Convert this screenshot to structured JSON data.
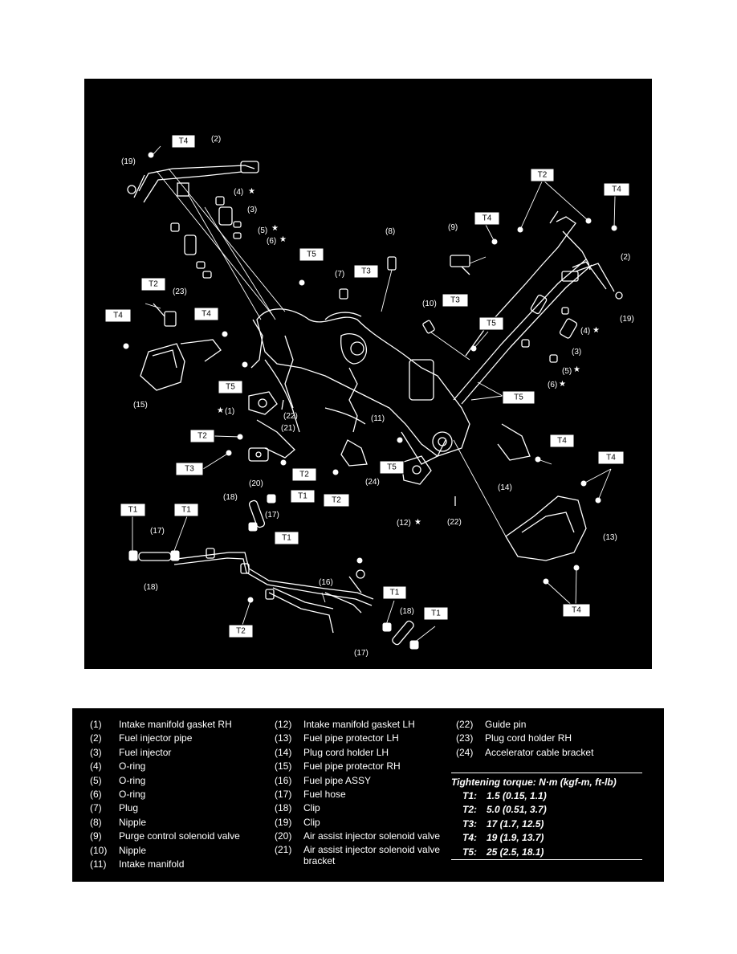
{
  "diagram": {
    "callouts": {
      "n1": "(1)",
      "n2": "(2)",
      "n3": "(3)",
      "n4": "(4)",
      "n5": "(5)",
      "n6": "(6)",
      "n7": "(7)",
      "n8": "(8)",
      "n9": "(9)",
      "n10": "(10)",
      "n11": "(11)",
      "n12": "(12)",
      "n13": "(13)",
      "n14": "(14)",
      "n15": "(15)",
      "n16": "(16)",
      "n17": "(17)",
      "n18": "(18)",
      "n19": "(19)",
      "n20": "(20)",
      "n21": "(21)",
      "n22": "(22)",
      "n23": "(23)",
      "n24": "(24)"
    },
    "torque_tags": {
      "t1": "T1",
      "t2": "T2",
      "t3": "T3",
      "t4": "T4",
      "t5": "T5"
    },
    "star": "★"
  },
  "legend": {
    "col1": [
      {
        "num": "(1)",
        "text": "Intake manifold gasket RH"
      },
      {
        "num": "(2)",
        "text": "Fuel injector pipe"
      },
      {
        "num": "(3)",
        "text": "Fuel injector"
      },
      {
        "num": "(4)",
        "text": "O-ring"
      },
      {
        "num": "(5)",
        "text": "O-ring"
      },
      {
        "num": "(6)",
        "text": "O-ring"
      },
      {
        "num": "(7)",
        "text": "Plug"
      },
      {
        "num": "(8)",
        "text": "Nipple"
      },
      {
        "num": "(9)",
        "text": "Purge control solenoid valve"
      },
      {
        "num": "(10)",
        "text": "Nipple"
      },
      {
        "num": "(11)",
        "text": "Intake manifold"
      }
    ],
    "col2": [
      {
        "num": "(12)",
        "text": "Intake manifold gasket LH"
      },
      {
        "num": "(13)",
        "text": "Fuel pipe protector LH"
      },
      {
        "num": "(14)",
        "text": "Plug cord holder LH"
      },
      {
        "num": "(15)",
        "text": "Fuel pipe protector RH"
      },
      {
        "num": "(16)",
        "text": "Fuel pipe ASSY"
      },
      {
        "num": "(17)",
        "text": "Fuel hose"
      },
      {
        "num": "(18)",
        "text": "Clip"
      },
      {
        "num": "(19)",
        "text": "Clip"
      },
      {
        "num": "(20)",
        "text": "Air assist injector solenoid valve"
      },
      {
        "num": "(21)",
        "text": "Air assist injector solenoid valve bracket"
      }
    ],
    "col3": [
      {
        "num": "(22)",
        "text": "Guide pin"
      },
      {
        "num": "(23)",
        "text": "Plug cord holder RH"
      },
      {
        "num": "(24)",
        "text": "Accelerator cable bracket"
      }
    ],
    "torque": {
      "title": "Tightening torque: N·m (kgf-m, ft-lb)",
      "rows": [
        {
          "key": "T1:",
          "value": "1.5 (0.15, 1.1)"
        },
        {
          "key": "T2:",
          "value": "5.0 (0.51, 3.7)"
        },
        {
          "key": "T3:",
          "value": "17 (1.7, 12.5)"
        },
        {
          "key": "T4:",
          "value": "19 (1.9, 13.7)"
        },
        {
          "key": "T5:",
          "value": "25 (2.5, 18.1)"
        }
      ]
    }
  }
}
